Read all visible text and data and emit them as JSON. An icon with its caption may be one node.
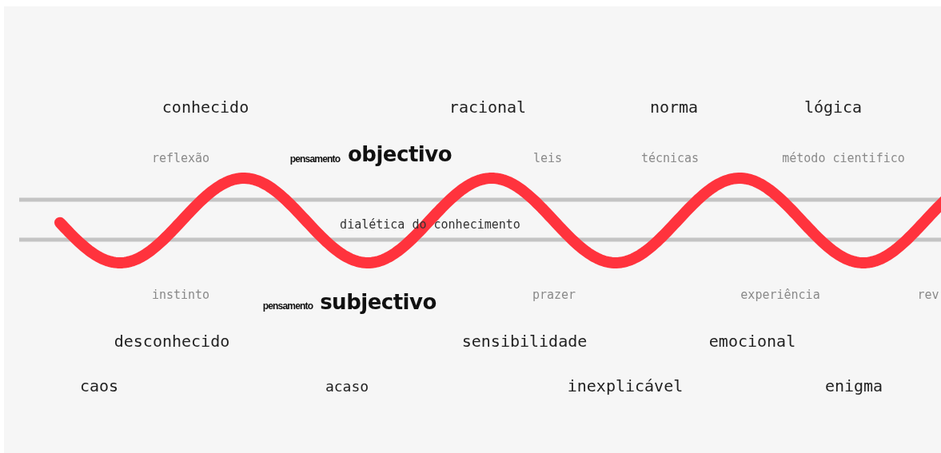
{
  "diagram": {
    "labels": [
      "conhecido",
      "racional",
      "norma",
      "lógica",
      "reflexão",
      "pensamento",
      "objectivo",
      "leis",
      "técnicas",
      "método cientifico",
      "dialética do conhecimento",
      "instinto",
      "pensamento",
      "subjectivo",
      "prazer",
      "experiência",
      "rev",
      "desconhecido",
      "sensibilidade",
      "emocional",
      "caos",
      "acaso",
      "inexplicável",
      "enigma"
    ]
  }
}
